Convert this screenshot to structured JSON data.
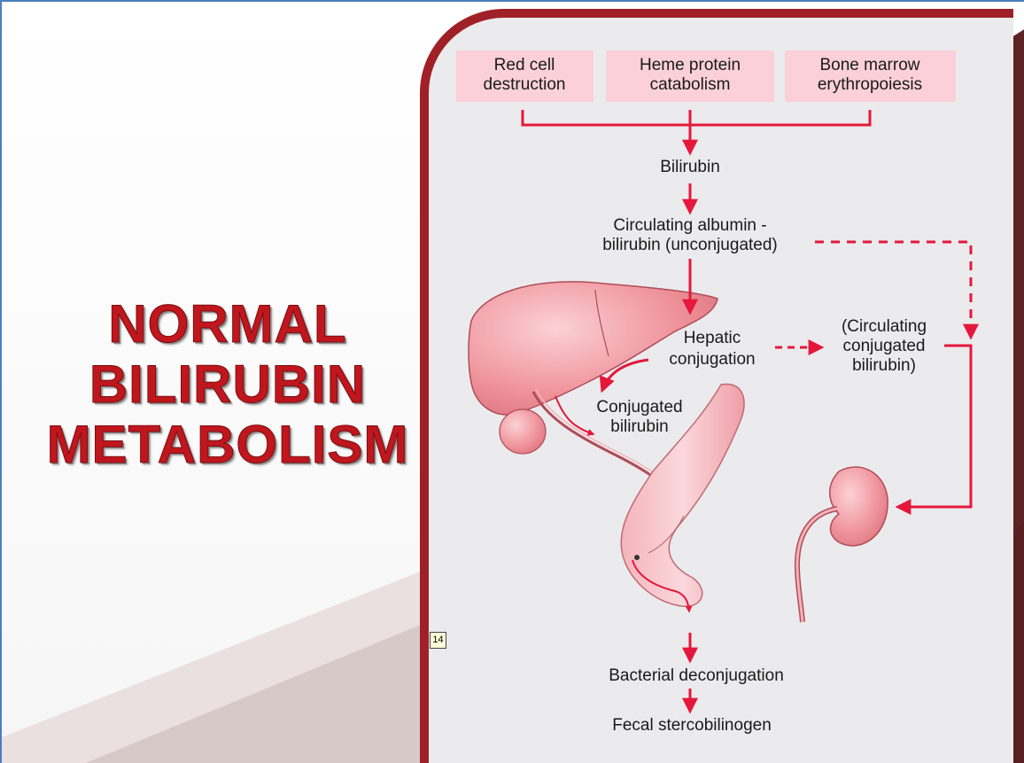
{
  "slide": {
    "title_lines": [
      "NORMAL",
      "BILIRUBIN",
      "METABOLISM"
    ],
    "page_number": "14"
  },
  "diagram": {
    "sources": {
      "red_cell": [
        "Red cell",
        "destruction"
      ],
      "heme": [
        "Heme protein",
        "catabolism"
      ],
      "marrow": [
        "Bone marrow",
        "erythropoiesis"
      ]
    },
    "bilirubin": "Bilirubin",
    "albumin": [
      "Circulating albumin -",
      "bilirubin (unconjugated)"
    ],
    "hepatic": [
      "Hepatic",
      "conjugation"
    ],
    "circulating_conjugated": [
      "(Circulating",
      "conjugated",
      "bilirubin)"
    ],
    "conjugated": [
      "Conjugated",
      "bilirubin"
    ],
    "bacterial": "Bacterial deconjugation",
    "fecal": "Fecal stercobilinogen"
  },
  "colors": {
    "arrow": "#e5173b",
    "frame": "#a02027",
    "title": "#c0161d",
    "organ": "#f0949c",
    "source_box": "#fbd0d8",
    "diagram_bg": "#ebebed"
  }
}
